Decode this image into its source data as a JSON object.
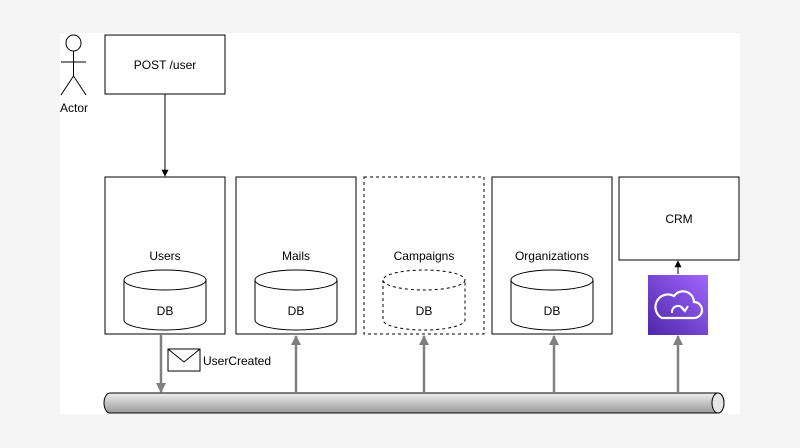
{
  "actor": {
    "label": "Actor"
  },
  "endpoint": {
    "label": "POST /user"
  },
  "services": [
    {
      "name": "Users",
      "db": "DB",
      "style": "solid"
    },
    {
      "name": "Mails",
      "db": "DB",
      "style": "solid"
    },
    {
      "name": "Campaigns",
      "db": "DB",
      "style": "dashed"
    },
    {
      "name": "Organizations",
      "db": "DB",
      "style": "solid"
    }
  ],
  "crm": {
    "label": "CRM",
    "connector_icon": "cloud-sync-icon"
  },
  "bus": {
    "event_label": "UserCreated",
    "event_icon": "envelope-icon"
  },
  "colors": {
    "background": "#f5f5f5",
    "sheet": "#ffffff",
    "stroke": "#000000",
    "bus_arrow": "#808080",
    "bus_fill": "#cccccc",
    "connector_fill": "#6a4bd1"
  }
}
